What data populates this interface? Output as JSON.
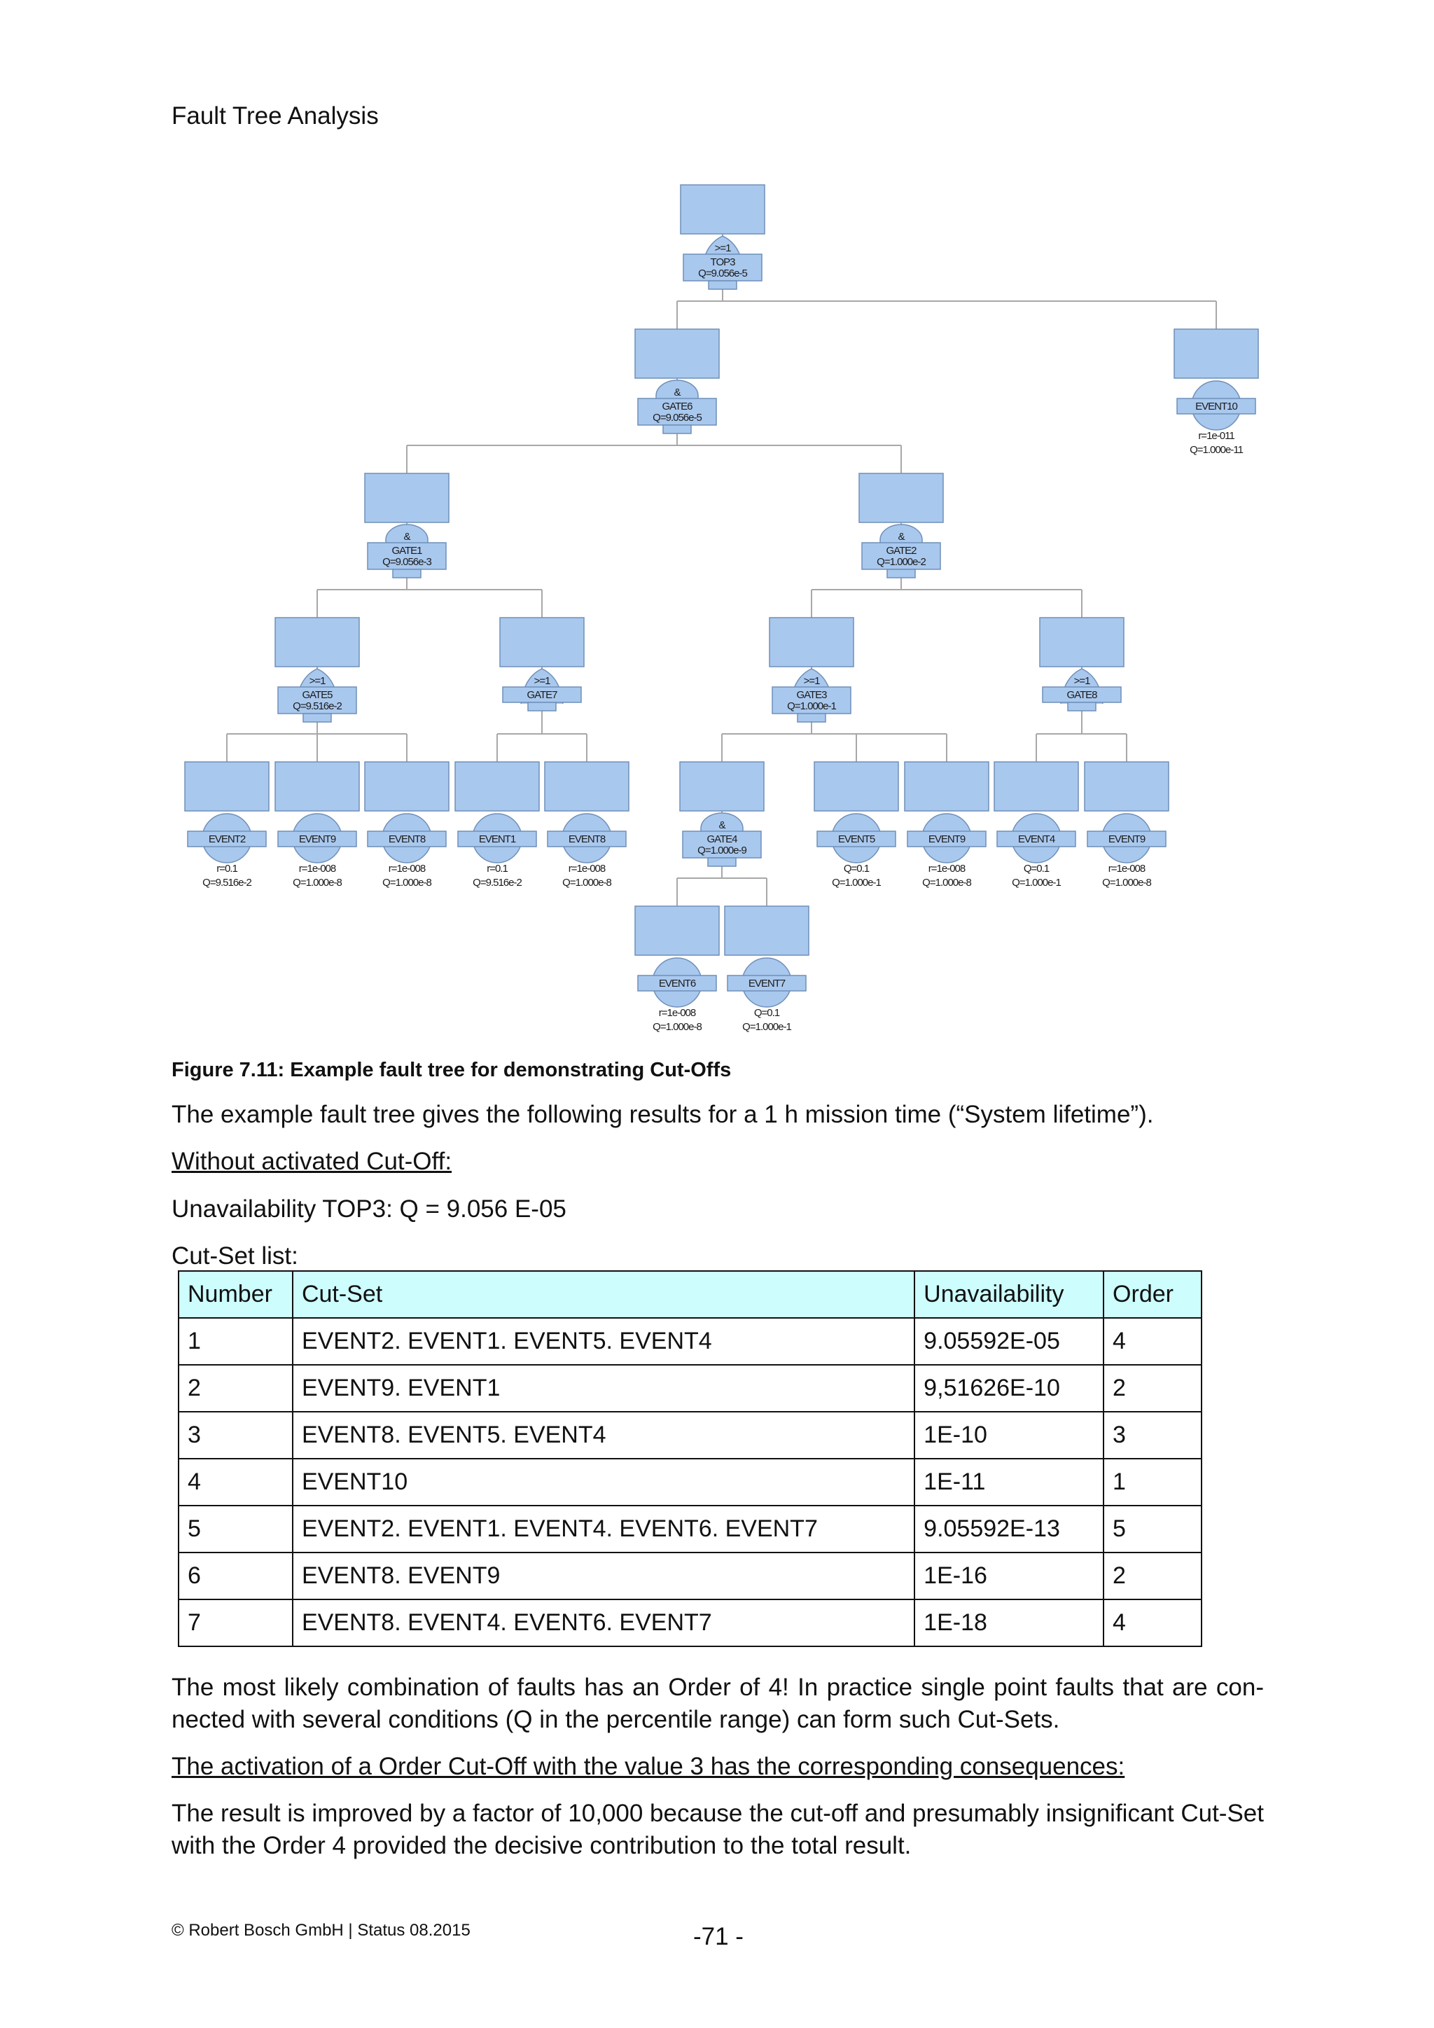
{
  "header": {
    "title": "Fault Tree Analysis"
  },
  "fault_tree": {
    "nodes": [
      {
        "id": "TOP3",
        "symbol": ">=1",
        "label": "TOP3",
        "values": [
          "Q=9.056e-5"
        ]
      },
      {
        "id": "GATE6",
        "symbol": "&",
        "label": "GATE6",
        "values": [
          "Q=9.056e-5"
        ]
      },
      {
        "id": "EVENT10",
        "symbol": "",
        "label": "EVENT10",
        "values": [
          "r=1e-011",
          "Q=1.000e-11"
        ]
      },
      {
        "id": "GATE1",
        "symbol": "&",
        "label": "GATE1",
        "values": [
          "Q=9.056e-3"
        ]
      },
      {
        "id": "GATE2",
        "symbol": "&",
        "label": "GATE2",
        "values": [
          "Q=1.000e-2"
        ]
      },
      {
        "id": "GATE5",
        "symbol": ">=1",
        "label": "GATE5",
        "values": [
          "Q=9.516e-2"
        ]
      },
      {
        "id": "GATE7",
        "symbol": ">=1",
        "label": "GATE7",
        "values": []
      },
      {
        "id": "GATE3",
        "symbol": ">=1",
        "label": "GATE3",
        "values": [
          "Q=1.000e-1"
        ]
      },
      {
        "id": "GATE8",
        "symbol": ">=1",
        "label": "GATE8",
        "values": []
      },
      {
        "id": "E2a",
        "symbol": "",
        "label": "EVENT2",
        "values": [
          "r=0.1",
          "Q=9.516e-2"
        ]
      },
      {
        "id": "E9a",
        "symbol": "",
        "label": "EVENT9",
        "values": [
          "r=1e-008",
          "Q=1.000e-8"
        ]
      },
      {
        "id": "E8a",
        "symbol": "",
        "label": "EVENT8",
        "values": [
          "r=1e-008",
          "Q=1.000e-8"
        ]
      },
      {
        "id": "E1a",
        "symbol": "",
        "label": "EVENT1",
        "values": [
          "r=0.1",
          "Q=9.516e-2"
        ]
      },
      {
        "id": "E8b",
        "symbol": "",
        "label": "EVENT8",
        "values": [
          "r=1e-008",
          "Q=1.000e-8"
        ]
      },
      {
        "id": "GATE4",
        "symbol": "&",
        "label": "GATE4",
        "values": [
          "Q=1.000e-9"
        ]
      },
      {
        "id": "E5a",
        "symbol": "",
        "label": "EVENT5",
        "values": [
          "Q=0.1",
          "Q=1.000e-1"
        ]
      },
      {
        "id": "E9b",
        "symbol": "",
        "label": "EVENT9",
        "values": [
          "r=1e-008",
          "Q=1.000e-8"
        ]
      },
      {
        "id": "E4a",
        "symbol": "",
        "label": "EVENT4",
        "values": [
          "Q=0.1",
          "Q=1.000e-1"
        ]
      },
      {
        "id": "E9c",
        "symbol": "",
        "label": "EVENT9",
        "values": [
          "r=1e-008",
          "Q=1.000e-8"
        ]
      },
      {
        "id": "E6a",
        "symbol": "",
        "label": "EVENT6",
        "values": [
          "r=1e-008",
          "Q=1.000e-8"
        ]
      },
      {
        "id": "E7a",
        "symbol": "",
        "label": "EVENT7",
        "values": [
          "Q=0.1",
          "Q=1.000e-1"
        ]
      }
    ],
    "edges": [
      [
        "TOP3",
        "GATE6"
      ],
      [
        "TOP3",
        "EVENT10"
      ],
      [
        "GATE6",
        "GATE1"
      ],
      [
        "GATE6",
        "GATE2"
      ],
      [
        "GATE1",
        "GATE5"
      ],
      [
        "GATE1",
        "GATE7"
      ],
      [
        "GATE2",
        "GATE3"
      ],
      [
        "GATE2",
        "GATE8"
      ],
      [
        "GATE5",
        "E2a"
      ],
      [
        "GATE5",
        "E9a"
      ],
      [
        "GATE5",
        "E8a"
      ],
      [
        "GATE7",
        "E1a"
      ],
      [
        "GATE7",
        "E8b"
      ],
      [
        "GATE3",
        "GATE4"
      ],
      [
        "GATE3",
        "E5a"
      ],
      [
        "GATE3",
        "E9b"
      ],
      [
        "GATE8",
        "E4a"
      ],
      [
        "GATE8",
        "E9c"
      ],
      [
        "GATE4",
        "E6a"
      ],
      [
        "GATE4",
        "E7a"
      ]
    ]
  },
  "figure": {
    "caption": "Figure 7.11: Example fault tree for demonstrating Cut-Offs"
  },
  "body": {
    "intro": "The example fault tree gives the following results for a 1 h mission time (“System lifetime”).",
    "without_cutoff": "Without activated Cut-Off:",
    "unavailability": "Unavailability TOP3: Q = 9.056 E-05",
    "cutset_list": "Cut-Set list:",
    "para_order": "The most likely combination of faults has an Order of 4! In practice single point faults that are con-nected with several conditions (Q in the percentile range) can form such Cut-Sets.",
    "activation": "The activation of a Order Cut-Off with the value 3 has the corresponding consequences:",
    "result": "The result is improved by a factor of 10,000 because the cut-off and presumably insignificant Cut-Set with the Order 4 provided the decisive contribution to the total result."
  },
  "cutset_table": {
    "headers": [
      "Number",
      "Cut-Set",
      "Unavailability",
      "Order"
    ],
    "rows": [
      [
        "1",
        "EVENT2. EVENT1. EVENT5. EVENT4",
        "9.05592E-05",
        "4"
      ],
      [
        "2",
        "EVENT9. EVENT1",
        "9,51626E-10",
        "2"
      ],
      [
        "3",
        "EVENT8. EVENT5. EVENT4",
        "1E-10",
        "3"
      ],
      [
        "4",
        "EVENT10",
        "1E-11",
        "1"
      ],
      [
        "5",
        "EVENT2. EVENT1. EVENT4. EVENT6. EVENT7",
        "9.05592E-13",
        "5"
      ],
      [
        "6",
        "EVENT8. EVENT9",
        "1E-16",
        "2"
      ],
      [
        "7",
        "EVENT8. EVENT4. EVENT6. EVENT7",
        "1E-18",
        "4"
      ]
    ]
  },
  "footer": {
    "copyright": "© Robert Bosch GmbH | Status 08.2015",
    "page": "-71 -"
  }
}
